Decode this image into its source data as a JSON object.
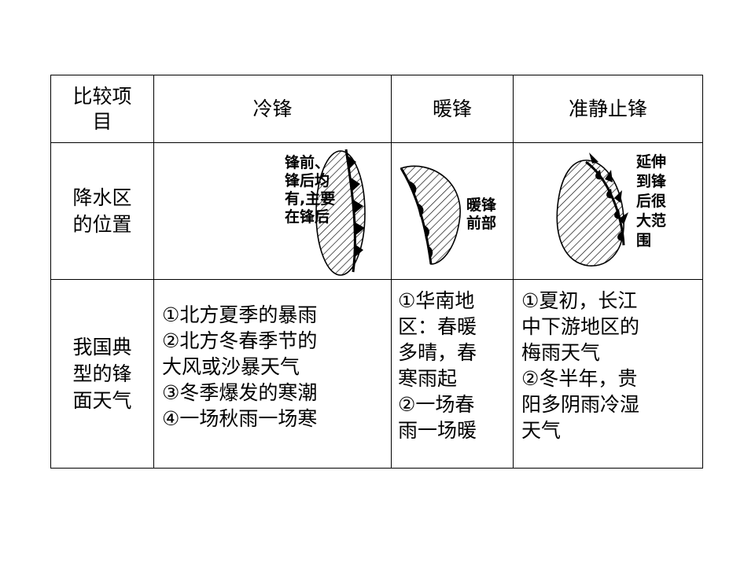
{
  "header": {
    "col1": [
      "比较项",
      "目"
    ],
    "col2": "冷锋",
    "col3": "暖锋",
    "col4": "准静止锋"
  },
  "rows": {
    "precip_label": [
      "降水区",
      "的位置"
    ],
    "weather_label": [
      "我国典",
      "型的锋",
      "面天气"
    ]
  },
  "diagrams": {
    "cold_label": [
      "锋前、",
      "锋后均",
      "有,主要",
      "在锋后"
    ],
    "warm_label": [
      "暖锋",
      "前部"
    ],
    "stationary_label": [
      "延伸",
      "到锋",
      "后很",
      "大范",
      "围"
    ]
  },
  "weather": {
    "cold": [
      "①北方夏季的暴雨",
      "②北方冬春季节的",
      "大风或沙暴天气",
      "③冬季爆发的寒潮",
      "④一场秋雨一场寒"
    ],
    "warm": [
      "①华南地",
      "区：春暖",
      "多晴，春",
      "寒雨起",
      "②一场春",
      "雨一场暖"
    ],
    "stationary": [
      "①夏初，长江",
      "中下游地区的",
      "梅雨天气",
      "②冬半年，贵",
      "阳多阴雨冷湿",
      "天气"
    ]
  }
}
